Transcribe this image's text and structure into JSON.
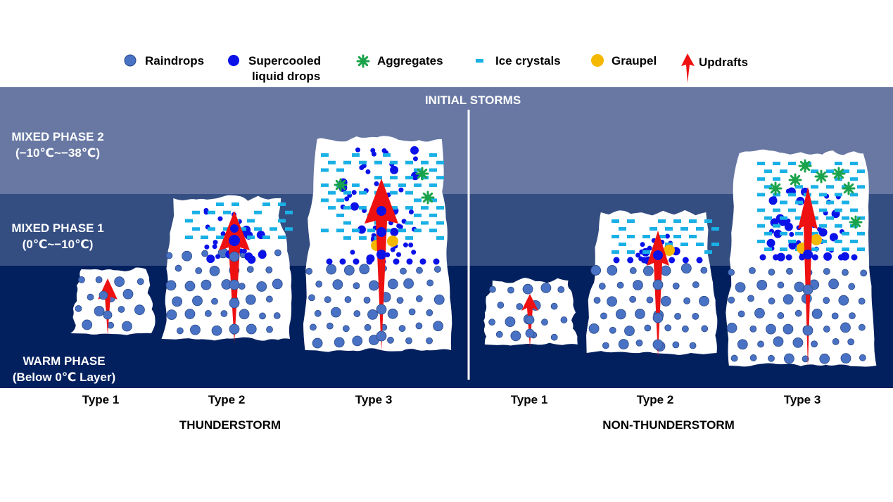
{
  "legend": [
    {
      "label": "Raindrops",
      "icon": "raindrop-icon"
    },
    {
      "label_line1": "Supercooled",
      "label_line2": "liquid drops",
      "icon": "supercooled-drop-icon"
    },
    {
      "label": "Aggregates",
      "icon": "aggregate-icon"
    },
    {
      "label": "Ice crystals",
      "icon": "ice-crystal-icon"
    },
    {
      "label": "Graupel",
      "icon": "graupel-icon"
    },
    {
      "label": "Updrafts",
      "icon": "updraft-arrow-icon"
    }
  ],
  "bands": {
    "title": "INITIAL STORMS",
    "mixed2": {
      "line1": "MIXED PHASE 2",
      "line2": "(−10℃~−38℃)"
    },
    "mixed1": {
      "line1": "MIXED PHASE 1",
      "line2": "(0℃~−10℃)"
    },
    "warm": {
      "line1": "WARM PHASE",
      "line2": "(Below 0℃ Layer)"
    }
  },
  "groups": [
    {
      "name": "THUNDERSTORM",
      "types": [
        "Type 1",
        "Type 2",
        "Type 3"
      ]
    },
    {
      "name": "NON-THUNDERSTORM",
      "types": [
        "Type 1",
        "Type 2",
        "Type 3"
      ]
    }
  ],
  "colors": {
    "mixed2_band": "#6878a3",
    "mixed1_band": "#344e82",
    "warm_band": "#03205e",
    "raindrop": "#4a72c4",
    "supercooled": "#0a12e8",
    "aggregate": "#1aa34a",
    "ice_crystal": "#19b0e6",
    "graupel": "#f5b800",
    "updraft": "#ee1111"
  }
}
